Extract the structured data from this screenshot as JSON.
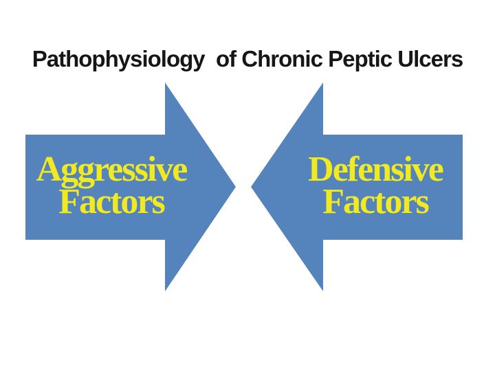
{
  "slide": {
    "title": "Pathophysiology  of Chronic Peptic Ulcers",
    "left_arrow": {
      "label_line1": "Aggressive",
      "label_line2": "Factors"
    },
    "right_arrow": {
      "label_line1": "Defensive",
      "label_line2": "Factors"
    }
  },
  "colors": {
    "background": "#FFFFFF",
    "arrow_blue": "#5583BC",
    "label_yellow": "#F2EA20",
    "title_text": "#161616"
  }
}
